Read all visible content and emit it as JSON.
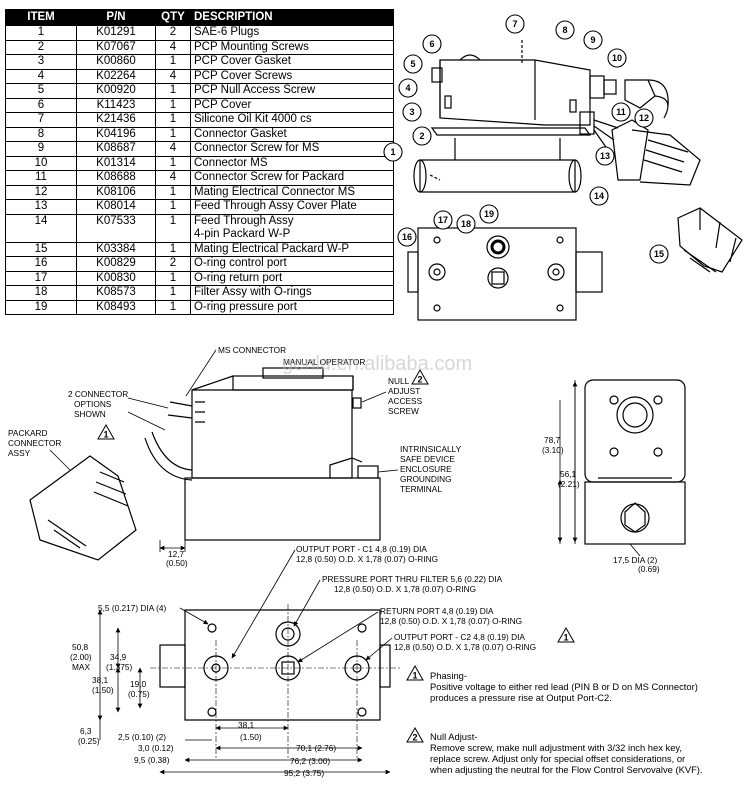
{
  "table": {
    "headers": [
      "ITEM",
      "P/N",
      "QTY",
      "DESCRIPTION"
    ],
    "rows": [
      {
        "item": "1",
        "pn": "K01291",
        "qty": "2",
        "desc": "SAE-6 Plugs"
      },
      {
        "item": "2",
        "pn": "K07067",
        "qty": "4",
        "desc": "PCP Mounting Screws"
      },
      {
        "item": "3",
        "pn": "K00860",
        "qty": "1",
        "desc": "PCP Cover Gasket"
      },
      {
        "item": "4",
        "pn": "K02264",
        "qty": "4",
        "desc": "PCP Cover Screws"
      },
      {
        "item": "5",
        "pn": "K00920",
        "qty": "1",
        "desc": "PCP Null Access Screw"
      },
      {
        "item": "6",
        "pn": "K11423",
        "qty": "1",
        "desc": "PCP Cover"
      },
      {
        "item": "7",
        "pn": "K21436",
        "qty": "1",
        "desc": "Silicone Oil Kit 4000 cs"
      },
      {
        "item": "8",
        "pn": "K04196",
        "qty": "1",
        "desc": "Connector Gasket"
      },
      {
        "item": "9",
        "pn": "K08687",
        "qty": "4",
        "desc": "Connector Screw for MS"
      },
      {
        "item": "10",
        "pn": "K01314",
        "qty": "1",
        "desc": "Connector MS"
      },
      {
        "item": "11",
        "pn": "K08688",
        "qty": "4",
        "desc": "Connector Screw for Packard"
      },
      {
        "item": "12",
        "pn": "K08106",
        "qty": "1",
        "desc": "Mating Electrical Connector MS"
      },
      {
        "item": "13",
        "pn": "K08014",
        "qty": "1",
        "desc": "Feed Through Assy Cover Plate"
      },
      {
        "item": "14",
        "pn": "K07533",
        "qty": "1",
        "desc": "Feed Through Assy",
        "desc2": "4-pin Packard W-P"
      },
      {
        "item": "15",
        "pn": "K03384",
        "qty": "1",
        "desc": "Mating Electrical Packard W-P"
      },
      {
        "item": "16",
        "pn": "K00829",
        "qty": "2",
        "desc": "O-ring control port"
      },
      {
        "item": "17",
        "pn": "K00830",
        "qty": "1",
        "desc": "O-ring return port"
      },
      {
        "item": "18",
        "pn": "K08573",
        "qty": "1",
        "desc": "Filter Assy with O-rings"
      },
      {
        "item": "19",
        "pn": "K08493",
        "qty": "1",
        "desc": "O-ring pressure port"
      }
    ]
  },
  "callouts": [
    "1",
    "2",
    "3",
    "4",
    "5",
    "6",
    "7",
    "8",
    "9",
    "10",
    "11",
    "12",
    "13",
    "14",
    "15",
    "16",
    "17",
    "18",
    "19"
  ],
  "labels": {
    "ms_connector": "MS CONNECTOR",
    "manual_operator": "MANUAL OPERATOR",
    "null_adjust": [
      "NULL",
      "ADJUST",
      "ACCESS",
      "SCREW"
    ],
    "two_connector": [
      "2 CONNECTOR",
      "OPTIONS",
      "SHOWN"
    ],
    "packard": [
      "PACKARD",
      "CONNECTOR",
      "ASSY"
    ],
    "intrinsically": [
      "INTRINSICALLY",
      "SAFE DEVICE",
      "ENCLOSURE",
      "GROUNDING",
      "TERMINAL"
    ],
    "dim_127": [
      "12,7",
      "(0.50)"
    ],
    "dim_787": [
      "78,7",
      "(3.10)"
    ],
    "dim_561": [
      "56,1",
      "(2.21)"
    ],
    "dim_175": [
      "17,5 DIA (2)",
      "(0.69)"
    ],
    "output_c1": [
      "OUTPUT PORT - C1  4,8 (0.19) DIA",
      "12,8 (0.50) O.D. X 1,78 (0.07) O-RING"
    ],
    "pressure_port": [
      "PRESSURE PORT THRU FILTER 5,6 (0.22) DIA",
      "12,8 (0.50) O.D. X 1,78 (0.07) O-RING"
    ],
    "return_port": [
      "RETURN PORT 4,8 (0.19) DIA",
      "12,8 (0.50) O.D. X 1,78 (0.07) O-RING"
    ],
    "output_c2": [
      "OUTPUT PORT - C2  4,8 (0.19) DIA",
      "12,8 (0.50) O.D. X 1,78 (0.07) O-RING"
    ],
    "dim_55": "5,5 (0.217) DIA (4)",
    "dim_508": [
      "50,8",
      "(2.00)",
      "MAX"
    ],
    "dim_349": [
      "34,9",
      "(1.375)"
    ],
    "dim_381v": [
      "38,1",
      "(1.50)"
    ],
    "dim_190": [
      "19,0",
      "(0.75)"
    ],
    "dim_63": [
      "6,3",
      "(0.25)"
    ],
    "dim_25": "2,5 (0.10) (2)",
    "dim_381h": [
      "38,1",
      "(1.50)"
    ],
    "dim_30": "3,0 (0.12)",
    "dim_701": "70,1 (2.76)",
    "dim_95": "9,5 (0.38)",
    "dim_762": "76,2 (3.00)",
    "dim_952": "95,2 (3.75)"
  },
  "notes": {
    "phasing_title": "Phasing-",
    "phasing_body": [
      "Positive voltage to either red lead (PIN B or D on MS Connector)",
      "produces a pressure rise at Output Port-C2."
    ],
    "null_title": "Null Adjust-",
    "null_body": [
      "Remove screw, make null adjustment with 3/32 inch hex key,",
      "replace screw. Adjust only for special offset considerations, or",
      "when adjusting the neutral for the Flow Control Servovalve (KVF)."
    ]
  },
  "watermark": "genlu.en.alibaba.com"
}
